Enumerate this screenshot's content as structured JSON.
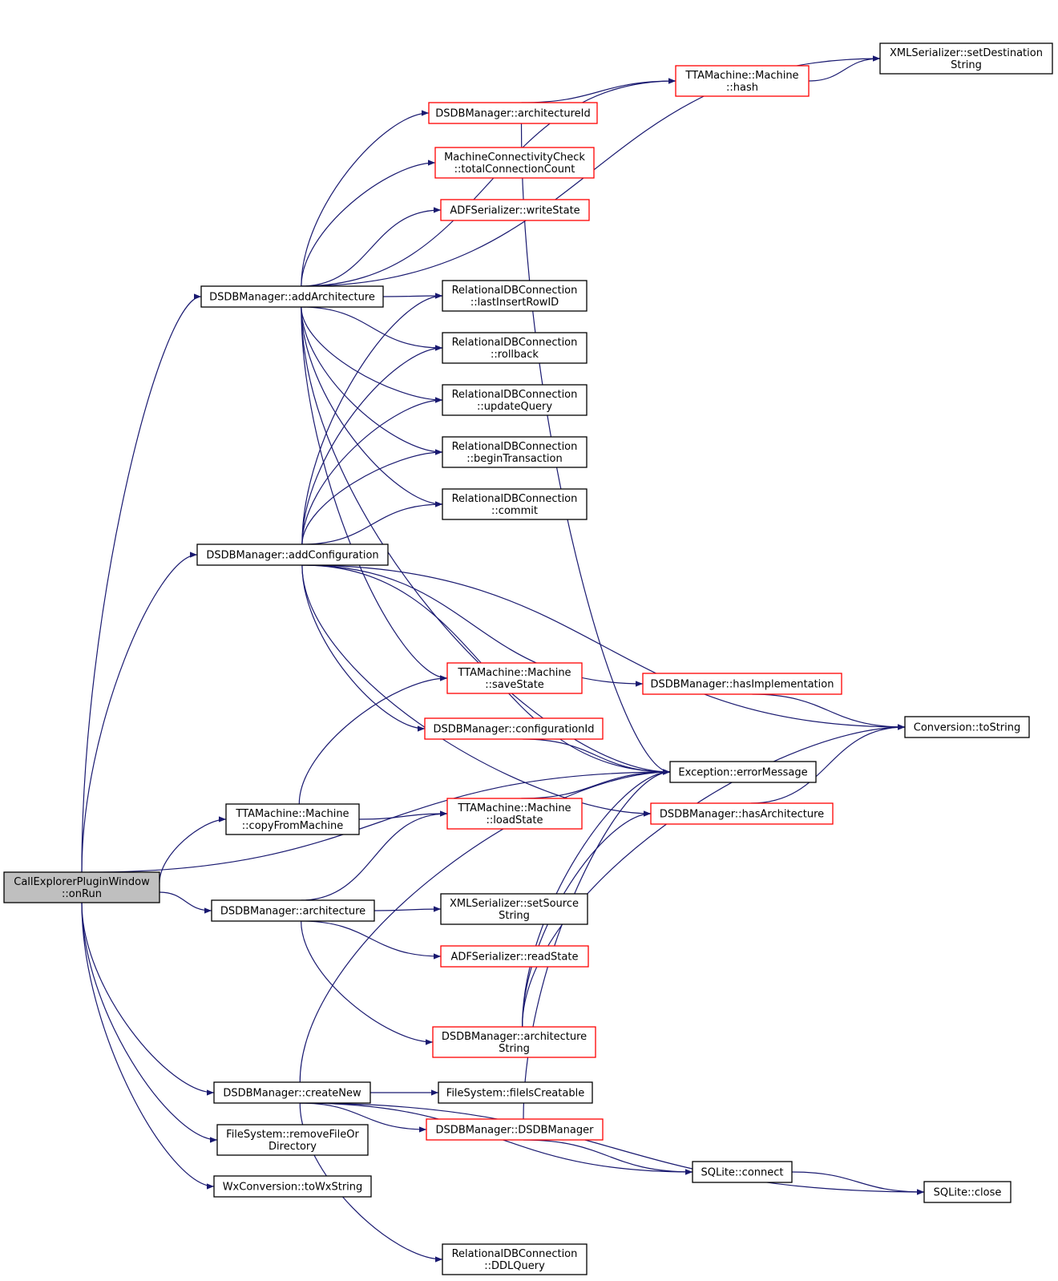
{
  "colors": {
    "edge": "#191970",
    "root_fill": "#bfbfbf",
    "node_fill": "#ffffff",
    "black_border": "#000000",
    "red_border": "#ff0000"
  },
  "nodes": [
    {
      "id": "onRun",
      "lines": [
        "CallExplorerPluginWindow",
        "::onRun"
      ],
      "style": "root",
      "interactable": true
    },
    {
      "id": "addArch",
      "lines": [
        "DSDBManager::addArchitecture"
      ],
      "style": "black",
      "interactable": true
    },
    {
      "id": "addConf",
      "lines": [
        "DSDBManager::addConfiguration"
      ],
      "style": "black",
      "interactable": true
    },
    {
      "id": "copyFrom",
      "lines": [
        "TTAMachine::Machine",
        "::copyFromMachine"
      ],
      "style": "black",
      "interactable": true
    },
    {
      "id": "arch",
      "lines": [
        "DSDBManager::architecture"
      ],
      "style": "black",
      "interactable": true
    },
    {
      "id": "createNew",
      "lines": [
        "DSDBManager::createNew"
      ],
      "style": "black",
      "interactable": true
    },
    {
      "id": "removeFile",
      "lines": [
        "FileSystem::removeFileOr",
        "Directory"
      ],
      "style": "black",
      "interactable": true
    },
    {
      "id": "toWx",
      "lines": [
        "WxConversion::toWxString"
      ],
      "style": "black",
      "interactable": true
    },
    {
      "id": "archId",
      "lines": [
        "DSDBManager::architectureId"
      ],
      "style": "red",
      "interactable": true
    },
    {
      "id": "totalConn",
      "lines": [
        "MachineConnectivityCheck",
        "::totalConnectionCount"
      ],
      "style": "red",
      "interactable": true
    },
    {
      "id": "adfWrite",
      "lines": [
        "ADFSerializer::writeState"
      ],
      "style": "red",
      "interactable": true
    },
    {
      "id": "lastInsert",
      "lines": [
        "RelationalDBConnection",
        "::lastInsertRowID"
      ],
      "style": "black",
      "interactable": true
    },
    {
      "id": "rollback",
      "lines": [
        "RelationalDBConnection",
        "::rollback"
      ],
      "style": "black",
      "interactable": true
    },
    {
      "id": "updateQuery",
      "lines": [
        "RelationalDBConnection",
        "::updateQuery"
      ],
      "style": "black",
      "interactable": true
    },
    {
      "id": "beginTrans",
      "lines": [
        "RelationalDBConnection",
        "::beginTransaction"
      ],
      "style": "black",
      "interactable": true
    },
    {
      "id": "commit",
      "lines": [
        "RelationalDBConnection",
        "::commit"
      ],
      "style": "black",
      "interactable": true
    },
    {
      "id": "saveState",
      "lines": [
        "TTAMachine::Machine",
        "::saveState"
      ],
      "style": "red",
      "interactable": true
    },
    {
      "id": "confId",
      "lines": [
        "DSDBManager::configurationId"
      ],
      "style": "red",
      "interactable": true
    },
    {
      "id": "loadState",
      "lines": [
        "TTAMachine::Machine",
        "::loadState"
      ],
      "style": "red",
      "interactable": true
    },
    {
      "id": "setSource",
      "lines": [
        "XMLSerializer::setSource",
        "String"
      ],
      "style": "black",
      "interactable": true
    },
    {
      "id": "adfRead",
      "lines": [
        "ADFSerializer::readState"
      ],
      "style": "red",
      "interactable": true
    },
    {
      "id": "archString",
      "lines": [
        "DSDBManager::architecture",
        "String"
      ],
      "style": "red",
      "interactable": true
    },
    {
      "id": "fileCreatable",
      "lines": [
        "FileSystem::fileIsCreatable"
      ],
      "style": "black",
      "interactable": true
    },
    {
      "id": "dsdbCtor",
      "lines": [
        "DSDBManager::DSDBManager"
      ],
      "style": "red",
      "interactable": true
    },
    {
      "id": "ddlQuery",
      "lines": [
        "RelationalDBConnection",
        "::DDLQuery"
      ],
      "style": "black",
      "interactable": true
    },
    {
      "id": "hash",
      "lines": [
        "TTAMachine::Machine",
        "::hash"
      ],
      "style": "red",
      "interactable": true
    },
    {
      "id": "setDest",
      "lines": [
        "XMLSerializer::setDestination",
        "String"
      ],
      "style": "black",
      "interactable": true
    },
    {
      "id": "hasImpl",
      "lines": [
        "DSDBManager::hasImplementation"
      ],
      "style": "red",
      "interactable": true
    },
    {
      "id": "errMsg",
      "lines": [
        "Exception::errorMessage"
      ],
      "style": "black",
      "interactable": true
    },
    {
      "id": "hasArch",
      "lines": [
        "DSDBManager::hasArchitecture"
      ],
      "style": "red",
      "interactable": true
    },
    {
      "id": "toString",
      "lines": [
        "Conversion::toString"
      ],
      "style": "black",
      "interactable": true
    },
    {
      "id": "connect",
      "lines": [
        "SQLite::connect"
      ],
      "style": "black",
      "interactable": true
    },
    {
      "id": "close",
      "lines": [
        "SQLite::close"
      ],
      "style": "black",
      "interactable": true
    }
  ],
  "edges": [
    {
      "from": "onRun",
      "to": "addArch"
    },
    {
      "from": "onRun",
      "to": "addConf"
    },
    {
      "from": "onRun",
      "to": "copyFrom"
    },
    {
      "from": "onRun",
      "to": "errMsg"
    },
    {
      "from": "onRun",
      "to": "arch"
    },
    {
      "from": "onRun",
      "to": "createNew"
    },
    {
      "from": "onRun",
      "to": "removeFile"
    },
    {
      "from": "onRun",
      "to": "toWx"
    },
    {
      "from": "addArch",
      "to": "setDest"
    },
    {
      "from": "addArch",
      "to": "hash"
    },
    {
      "from": "addArch",
      "to": "archId"
    },
    {
      "from": "addArch",
      "to": "totalConn"
    },
    {
      "from": "addArch",
      "to": "adfWrite"
    },
    {
      "from": "addArch",
      "to": "errMsg"
    },
    {
      "from": "addArch",
      "to": "lastInsert"
    },
    {
      "from": "addArch",
      "to": "rollback"
    },
    {
      "from": "addArch",
      "to": "updateQuery"
    },
    {
      "from": "addArch",
      "to": "beginTrans"
    },
    {
      "from": "addArch",
      "to": "commit"
    },
    {
      "from": "addArch",
      "to": "saveState"
    },
    {
      "from": "addConf",
      "to": "lastInsert"
    },
    {
      "from": "addConf",
      "to": "rollback"
    },
    {
      "from": "addConf",
      "to": "updateQuery"
    },
    {
      "from": "addConf",
      "to": "beginTrans"
    },
    {
      "from": "addConf",
      "to": "commit"
    },
    {
      "from": "addConf",
      "to": "toString"
    },
    {
      "from": "addConf",
      "to": "hasImpl"
    },
    {
      "from": "addConf",
      "to": "errMsg"
    },
    {
      "from": "addConf",
      "to": "confId"
    },
    {
      "from": "addConf",
      "to": "hasArch"
    },
    {
      "from": "archId",
      "to": "hash"
    },
    {
      "from": "archId",
      "to": "errMsg"
    },
    {
      "from": "hash",
      "to": "setDest"
    },
    {
      "from": "hasImpl",
      "to": "toString"
    },
    {
      "from": "confId",
      "to": "errMsg"
    },
    {
      "from": "hasArch",
      "to": "toString"
    },
    {
      "from": "copyFrom",
      "to": "saveState"
    },
    {
      "from": "copyFrom",
      "to": "loadState"
    },
    {
      "from": "loadState",
      "to": "errMsg"
    },
    {
      "from": "arch",
      "to": "loadState"
    },
    {
      "from": "arch",
      "to": "setSource"
    },
    {
      "from": "arch",
      "to": "adfRead"
    },
    {
      "from": "arch",
      "to": "archString"
    },
    {
      "from": "archString",
      "to": "errMsg"
    },
    {
      "from": "archString",
      "to": "hasArch"
    },
    {
      "from": "archString",
      "to": "toString"
    },
    {
      "from": "createNew",
      "to": "errMsg"
    },
    {
      "from": "createNew",
      "to": "fileCreatable"
    },
    {
      "from": "createNew",
      "to": "dsdbCtor"
    },
    {
      "from": "createNew",
      "to": "connect"
    },
    {
      "from": "createNew",
      "to": "close"
    },
    {
      "from": "createNew",
      "to": "ddlQuery"
    },
    {
      "from": "dsdbCtor",
      "to": "errMsg"
    },
    {
      "from": "dsdbCtor",
      "to": "connect"
    },
    {
      "from": "connect",
      "to": "close"
    }
  ]
}
